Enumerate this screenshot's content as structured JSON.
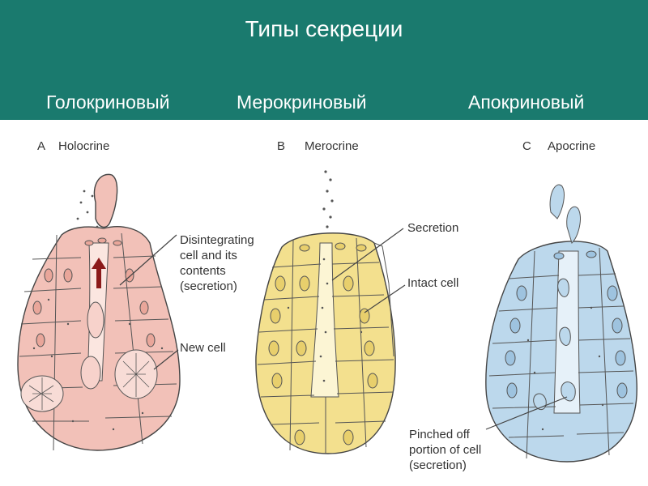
{
  "slide": {
    "title": "Типы секреции",
    "columns": [
      "Голокриновый",
      "Мерокриновый",
      "Апокриновый"
    ]
  },
  "panels": {
    "holocrine": {
      "letter": "A",
      "name": "Holocrine",
      "labels": {
        "disintegrating": "Disintegrating\ncell and its\ncontents\n(secretion)",
        "new_cell": "New cell"
      }
    },
    "merocrine": {
      "letter": "B",
      "name": "Merocrine",
      "labels": {
        "secretion": "Secretion",
        "intact": "Intact cell"
      }
    },
    "apocrine": {
      "letter": "C",
      "name": "Apocrine",
      "labels": {
        "pinched": "Pinched off\nportion of cell\n(secretion)"
      }
    }
  },
  "colors": {
    "header": "#1a7a6e",
    "holocrine": "#f2c1b8",
    "merocrine": "#f3e08e",
    "apocrine": "#bcd8ec"
  }
}
